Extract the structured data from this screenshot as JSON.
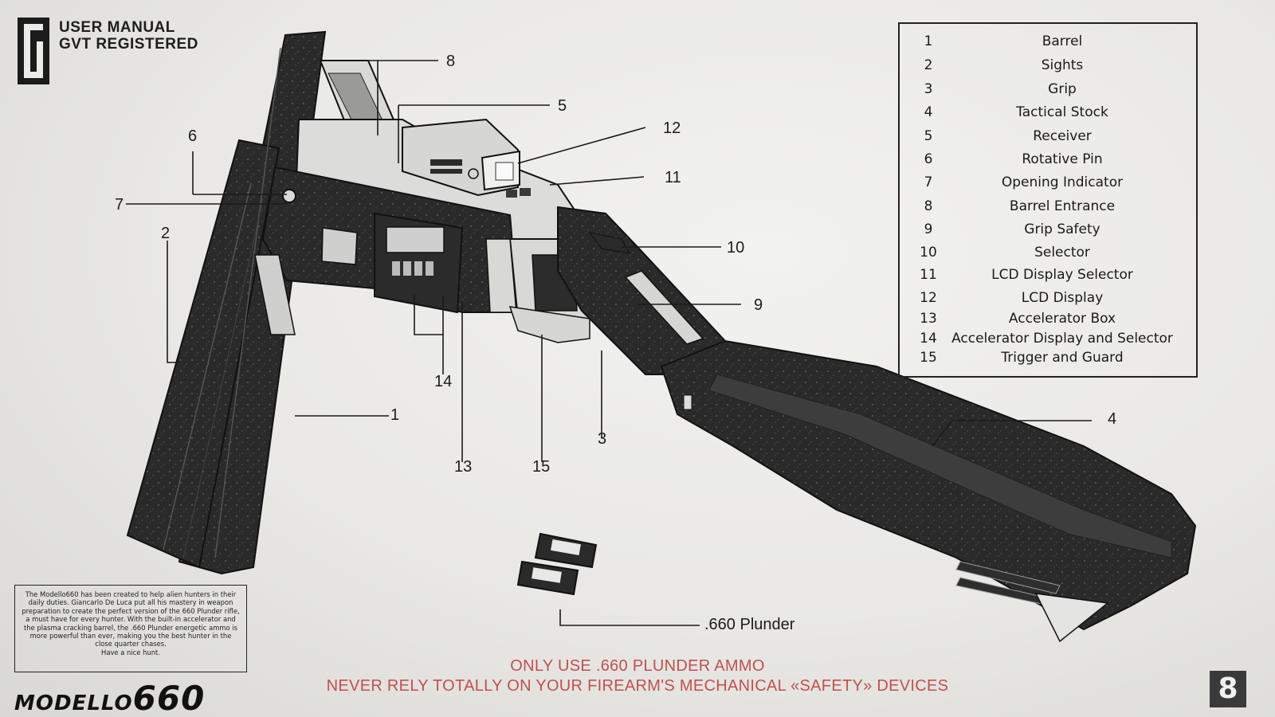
{
  "header": {
    "logo_icon": "g-monogram-icon",
    "line1": "USER MANUAL",
    "line2": "GVT REGISTERED"
  },
  "legend": {
    "items": [
      {
        "num": "1",
        "name": "Barrel"
      },
      {
        "num": "2",
        "name": "Sights"
      },
      {
        "num": "3",
        "name": "Grip"
      },
      {
        "num": "4",
        "name": "Tactical Stock"
      },
      {
        "num": "5",
        "name": "Receiver"
      },
      {
        "num": "6",
        "name": "Rotative Pin"
      },
      {
        "num": "7",
        "name": "Opening Indicator"
      },
      {
        "num": "8",
        "name": "Barrel Entrance"
      },
      {
        "num": "9",
        "name": "Grip Safety"
      },
      {
        "num": "10",
        "name": "Selector"
      },
      {
        "num": "11",
        "name": "LCD Display Selector"
      },
      {
        "num": "12",
        "name": "LCD Display"
      },
      {
        "num": "13",
        "name": "Accelerator Box"
      },
      {
        "num": "14",
        "name": "Accelerator Display and Selector"
      },
      {
        "num": "15",
        "name": "Trigger and Guard"
      }
    ]
  },
  "callouts": {
    "c1": "1",
    "c2": "2",
    "c3": "3",
    "c4": "4",
    "c5": "5",
    "c6": "6",
    "c7": "7",
    "c8": "8",
    "c9": "9",
    "c10": "10",
    "c11": "11",
    "c12": "12",
    "c13": "13",
    "c14": "14",
    "c15": "15"
  },
  "ammo_label": ".660 Plunder",
  "info_text": "The Modello660 has been created to help alien hunters in their daily duties. Giancarlo De Luca put all his mastery in weapon preparation to create the perfect version of the 660 Plunder rifle, a must have for every hunter. With the built-in accelerator and the plasma cracking barrel, the .660 Plunder energetic ammo is more powerful than ever, making you the best hunter in the close quarter chases.",
  "info_signoff": "Have a nice hunt.",
  "brand": {
    "word": "MODELLO",
    "number": "660"
  },
  "warnings": {
    "line1": "ONLY USE .660 PLUNDER AMMO",
    "line2": "NEVER RELY TOTALLY ON YOUR FIREARM'S MECHANICAL «SAFETY» DEVICES"
  },
  "page_number": "8",
  "colors": {
    "warning": "#c0514f",
    "ink": "#1c1c1c",
    "paper": "#ecebe8"
  }
}
